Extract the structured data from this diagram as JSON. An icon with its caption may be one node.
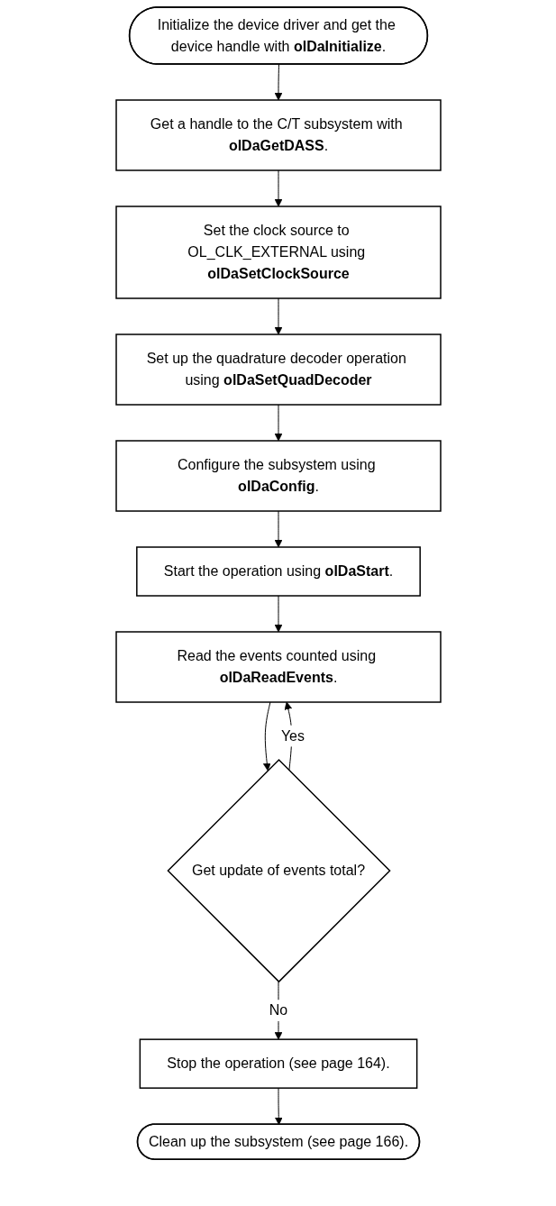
{
  "diagram": {
    "nodes": [
      {
        "text": [
          "Initialize the device driver and get the device handle with **olDaInitialize**."
        ]
      },
      {
        "text": [
          "Get a handle to the C/T subsystem with **olDaGetDASS**."
        ]
      },
      {
        "text": [
          "Set the clock source to OL_CLK_EXTERNAL using **olDaSetClockSource**"
        ]
      },
      {
        "text": [
          "Set up the quadrature decoder operation using **olDaSetQuadDecoder**"
        ]
      },
      {
        "text": [
          "Configure the subsystem using **olDaConfig**."
        ]
      },
      {
        "text": [
          "Start the operation using **olDaStart**."
        ]
      },
      {
        "text": [
          "Read the events counted using **olDaReadEvents**."
        ]
      },
      {
        "text": [
          "Get update of events total?"
        ]
      },
      {
        "text": [
          "Stop the operation (see page 164)."
        ]
      },
      {
        "text": [
          "Clean up the subsystem (see page 166)."
        ]
      }
    ],
    "edges": [
      {
        "from": 0,
        "to": 1,
        "arrow": "to"
      },
      {
        "from": 1,
        "to": 2,
        "arrow": "to"
      },
      {
        "from": 2,
        "to": 3,
        "arrow": "to"
      },
      {
        "from": 3,
        "to": 4,
        "arrow": "to"
      },
      {
        "from": 4,
        "to": 5,
        "arrow": "to"
      },
      {
        "from": 5,
        "to": 6,
        "arrow": "to"
      },
      {
        "from": 6,
        "to": 7,
        "arrow": "to"
      },
      {
        "from": 7,
        "to": 6,
        "label": "Yes",
        "arrow": "to"
      },
      {
        "from": 7,
        "to": 8,
        "label": "No",
        "arrow": "to"
      },
      {
        "from": 8,
        "to": 9,
        "arrow": "to"
      }
    ]
  }
}
